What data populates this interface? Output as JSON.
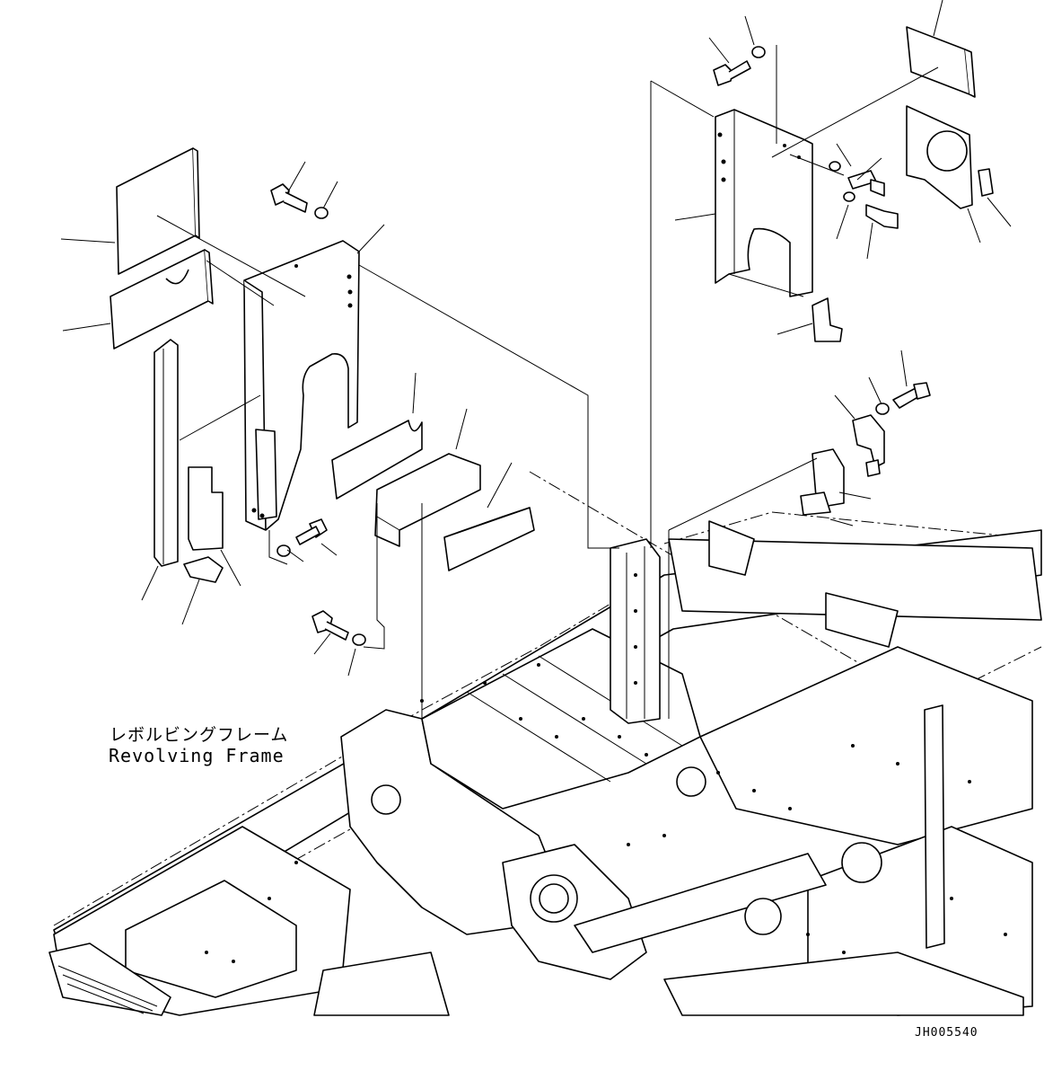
{
  "labels": {
    "frame_jp": "レボルビングフレーム",
    "frame_en": "Revolving Frame",
    "drawing_code": "JH005540"
  },
  "icons": [
    "bolt-icon",
    "washer-icon",
    "pad-icon",
    "bracket-icon"
  ],
  "colors": {
    "line": "#000000",
    "background": "#ffffff"
  }
}
